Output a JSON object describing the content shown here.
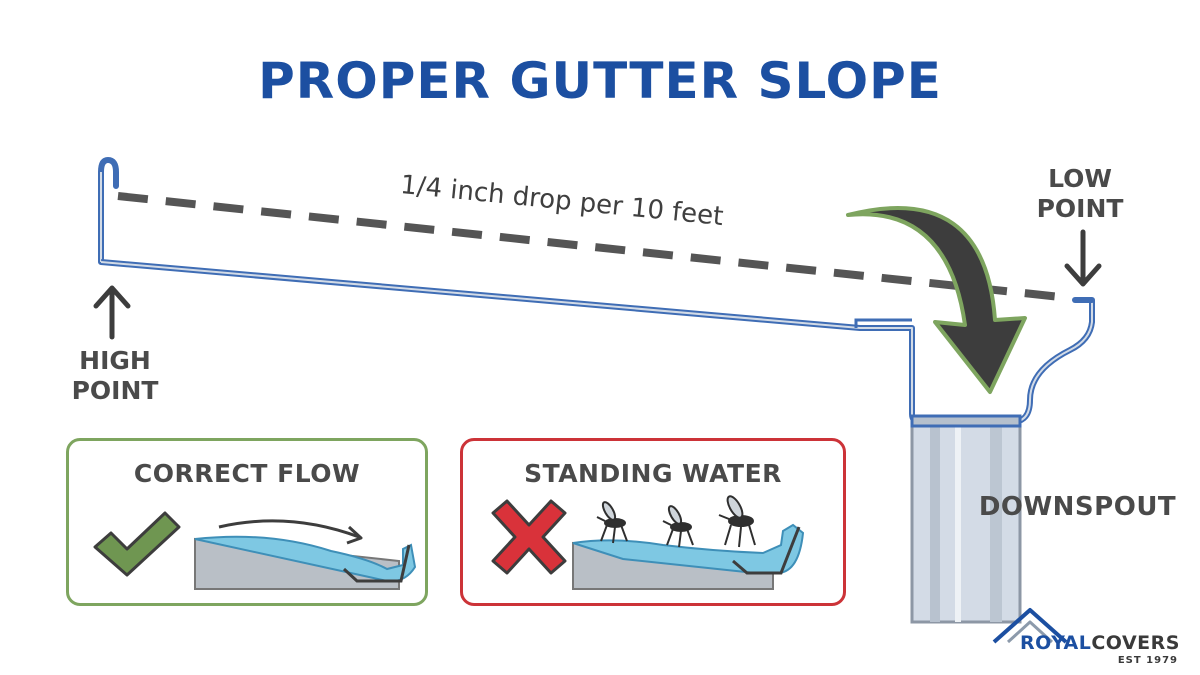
{
  "title": "PROPER GUTTER SLOPE",
  "slope_label": "1/4 inch drop per 10 feet",
  "high_point_label": "HIGH POINT",
  "low_point_label": "LOW POINT",
  "downspout_label": "DOWNSPOUT",
  "panels": {
    "correct": {
      "title": "CORRECT FLOW",
      "icon": "check-icon",
      "color": "#7ea55f"
    },
    "standing": {
      "title": "STANDING WATER",
      "icon": "x-icon",
      "color": "#cc3338"
    }
  },
  "logo": {
    "brand_first": "ROYAL",
    "brand_second": "COVERS",
    "tagline": "EST 1979"
  },
  "colors": {
    "title": "#1c4fa1",
    "gutter_outline": "#3f6db5",
    "gutter_fill": "#d3dbe6",
    "water": "#7ec8e3",
    "arrow_dark": "#3d3d3d",
    "arrow_outline": "#7ea55f"
  }
}
